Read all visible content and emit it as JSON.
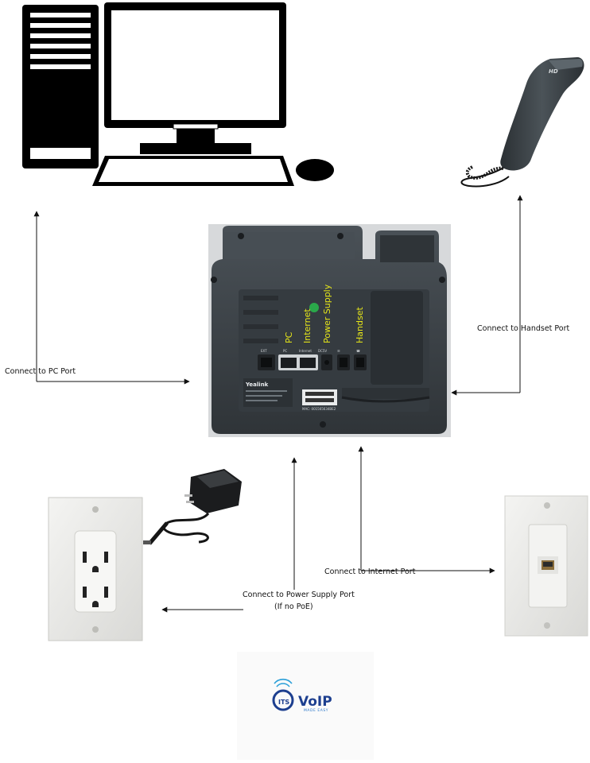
{
  "labels": {
    "pc": "Connect to PC Port",
    "handset": "Connect to Handset Port",
    "internet": "Connect to Internet Port",
    "power_line1": "Connect to Power Supply Port",
    "power_line2": "(If no PoE)"
  },
  "phone": {
    "brand": "Yealink",
    "ports": {
      "pc": "PC",
      "internet": "Internet",
      "power": "Power Supply",
      "handset": "Handset"
    },
    "jack_labels": [
      "EXT",
      "PC",
      "Internet",
      "DC5V",
      "☰",
      "☎"
    ],
    "sticker_text": "MAC: 001565634BE2",
    "handset_badge": "HD"
  },
  "logo": {
    "main": "VoIP",
    "sub": "MADE EASY",
    "mark": "ITS"
  },
  "icons": [
    "computer-tower-icon",
    "monitor-icon",
    "keyboard-icon",
    "mouse-icon",
    "handset-icon",
    "power-outlet-icon",
    "power-adapter-icon",
    "ethernet-wall-jack-icon"
  ],
  "colors": {
    "arrow": "#111111",
    "phone_body": "#3b4146",
    "port_label": "#e6e619",
    "led": "#2aa84a"
  }
}
